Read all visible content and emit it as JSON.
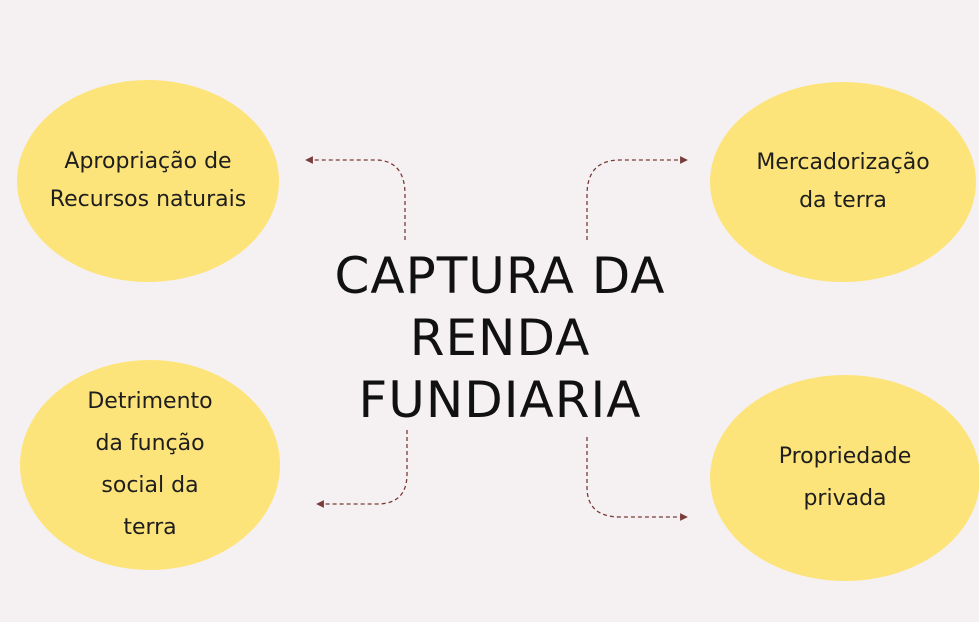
{
  "title": {
    "lines": [
      "CAPTURA DA",
      "RENDA",
      "FUNDIARIA"
    ]
  },
  "nodes": [
    {
      "lines": [
        "Apropriação de",
        "Recursos naturais"
      ]
    },
    {
      "lines": [
        "Mercadorização",
        "da terra"
      ]
    },
    {
      "lines": [
        "Detrimento",
        "da função",
        "social da",
        "terra"
      ]
    },
    {
      "lines": [
        "Propriedade",
        "privada"
      ]
    }
  ],
  "colors": {
    "background": "#f5f1f2",
    "node_fill": "#fde47a",
    "arrow": "#7a3b3b"
  }
}
